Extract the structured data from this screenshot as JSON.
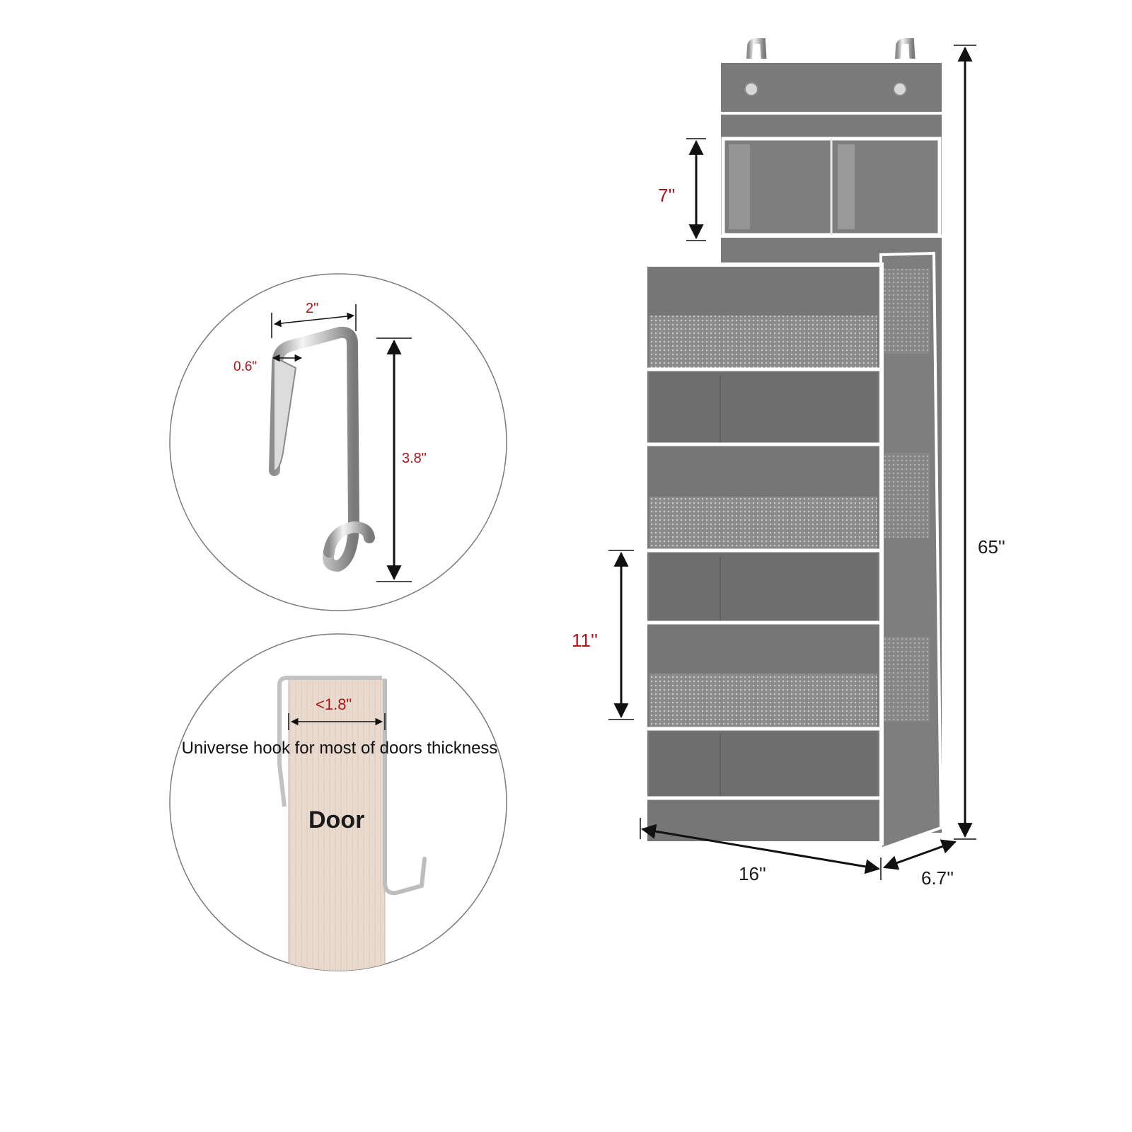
{
  "hook_detail": {
    "width_label": "2\"",
    "gap_label": "0.6\"",
    "height_label": "3.8\""
  },
  "door_detail": {
    "thickness_label": "<1.8\"",
    "door_label": "Door",
    "caption": "Universe hook for most of doors thickness"
  },
  "organizer": {
    "top_pocket_height_label": "7''",
    "pocket_height_label": "11''",
    "total_height_label": "65''",
    "width_label": "16''",
    "depth_label": "6.7''"
  },
  "colors": {
    "fabric": "#7a7a7a",
    "fabric_dark": "#6b6b6b",
    "trim": "#ffffff",
    "dimension_text": "#b0141a",
    "door_wood": "#eadbd0"
  }
}
